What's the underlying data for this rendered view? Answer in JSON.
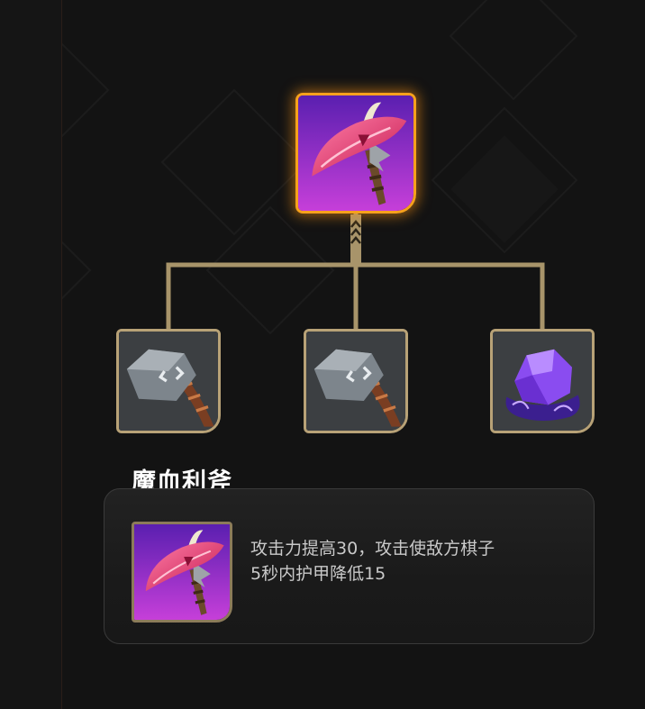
{
  "recipe_tree": {
    "result_item": {
      "name": "魔血利斧",
      "icon": "crimson-axe-icon",
      "frame_color": "#f6a11c"
    },
    "components": [
      {
        "icon": "stone-hammer-icon"
      },
      {
        "icon": "stone-hammer-icon"
      },
      {
        "icon": "purple-crystal-icon"
      }
    ],
    "connector_color": "#a8946a"
  },
  "detail": {
    "title": "魔血利斧",
    "icon": "crimson-axe-icon",
    "description_line1": "攻击力提高30，攻击使敌方棋子",
    "description_line2": "5秒内护甲降低15"
  },
  "colors": {
    "background": "#131313",
    "component_frame": "#b8a277",
    "rare_gradient_top": "#7b2bd0",
    "rare_gradient_bottom": "#c23fd8",
    "common_bg": "#3c3f42"
  }
}
